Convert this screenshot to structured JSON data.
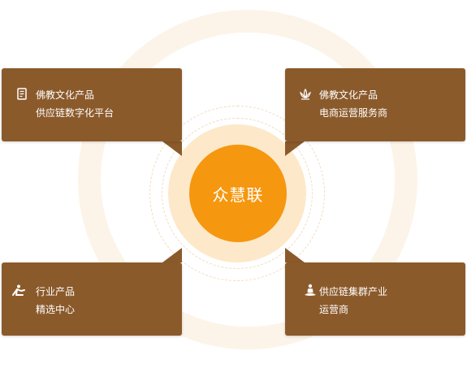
{
  "center": {
    "label": "众慧联"
  },
  "cards": {
    "top_left": {
      "icon": "book-icon",
      "line1": "佛教文化产品",
      "line2": "供应链数字化平台"
    },
    "top_right": {
      "icon": "lotus-icon",
      "line1": "佛教文化产品",
      "line2": "电商运营服务商"
    },
    "bottom_left": {
      "icon": "worship-icon",
      "line1": "行业产品",
      "line2": "精选中心"
    },
    "bottom_right": {
      "icon": "meditation-icon",
      "line1": "供应链集群产业",
      "line2": "运营商"
    }
  },
  "colors": {
    "card": "#8b5a2b",
    "core": "#f5970f",
    "glow": "#fde8c9",
    "ring": "#fcf4e8",
    "text": "#ffffff"
  }
}
